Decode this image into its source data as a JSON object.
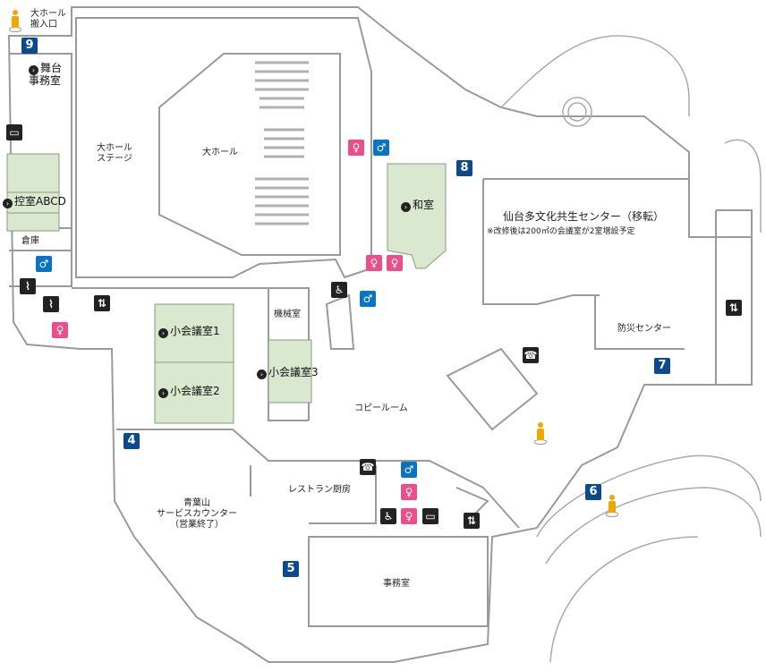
{
  "rooms": {
    "large_hall_loading": "大ホール\n搬入口",
    "stage_office": "舞台\n事務室",
    "hall_stage": "大ホール\nステージ",
    "large_hall": "大ホール",
    "waiting_rooms": "控室ABCD",
    "storage": "倉庫",
    "japanese_room": "和室",
    "center_title": "仙台多文化共生センター（移転）",
    "center_note": "※改修後は200㎡の会議室が2室増設予定",
    "small_room_1": "小会議室1",
    "small_room_2": "小会議室2",
    "small_room_3": "小会議室3",
    "machine_room": "機械室",
    "disaster_center": "防災センター",
    "copy_room": "コピールーム",
    "restaurant_kitchen": "レストラン厨房",
    "service_counter": "青葉山\nサービスカウンター\n（営業終了）",
    "office": "事務室"
  },
  "entrances": [
    "9",
    "8",
    "7",
    "6",
    "5",
    "4"
  ],
  "icons": {
    "restroom_women": "女性トイレ",
    "restroom_men": "男性トイレ",
    "accessible": "多目的トイレ",
    "elevator": "エレベーター",
    "baby": "ベビー",
    "shower": "シャワー",
    "guide": "案内"
  },
  "colors": {
    "room_fill": "#d9e8cf",
    "room_stroke": "#8a9a80",
    "wall": "#8c8c8c",
    "entrance": "#0d4a8c",
    "men": "#0a74c4",
    "women": "#ea4f8a",
    "guide": "#f0a800"
  }
}
